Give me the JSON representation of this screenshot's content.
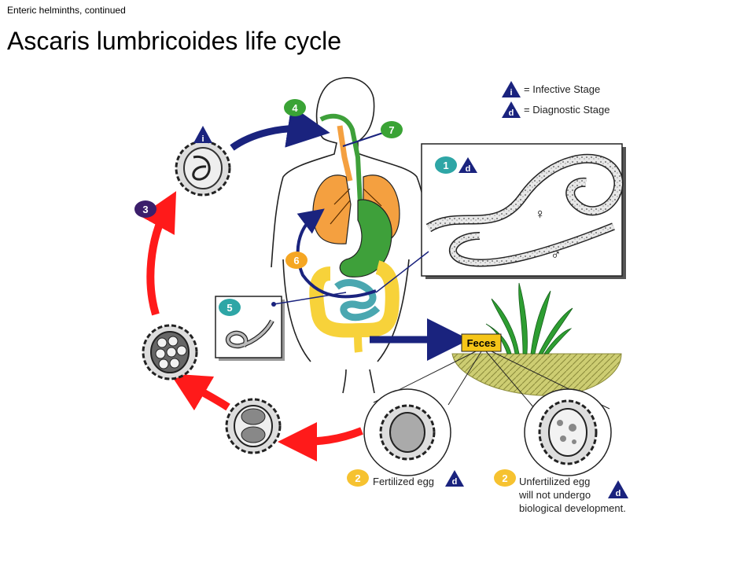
{
  "slide": {
    "kicker": "Enteric helminths, continued",
    "title": "Ascaris lumbricoides life cycle"
  },
  "legend": {
    "infective_letter": "i",
    "infective_label": "= Infective Stage",
    "diagnostic_letter": "d",
    "diagnostic_label": "= Diagnostic Stage"
  },
  "steps": {
    "s1": "1",
    "s2a": "2",
    "s2b": "2",
    "s3": "3",
    "s4": "4",
    "s5": "5",
    "s6": "6",
    "s7": "7"
  },
  "labels": {
    "feces": "Feces",
    "fertilized_egg": "Fertilized egg",
    "unfertilized_line1": "Unfertilized egg",
    "unfertilized_line2": "will not undergo",
    "unfertilized_line3": "biological development.",
    "female_symbol": "♀",
    "male_symbol": "♂"
  },
  "colors": {
    "navy": "#1a237e",
    "red_arrow": "#ff1a1a",
    "green_badge": "#3aa335",
    "teal_badge": "#2ea6a6",
    "purple_badge": "#3b1e6b",
    "orange_badge": "#f5a623",
    "yellow_badge": "#f6c230",
    "lungs": "#f4a040",
    "stomach": "#3ea03a",
    "intestine": "#f7d23a",
    "small_intestine": "#4aa7b0",
    "feces_box": "#f5c518",
    "soil": "#c9c96a"
  }
}
